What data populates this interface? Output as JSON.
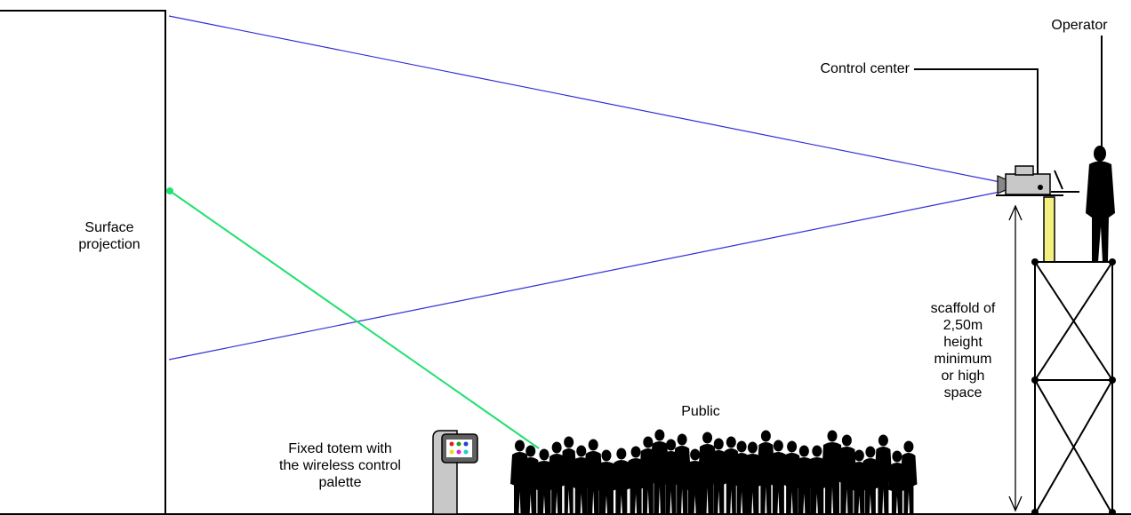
{
  "labels": {
    "surface_projection": [
      "Surface",
      "projection"
    ],
    "operator": "Operator",
    "control_center": "Control center",
    "public": "Public",
    "totem": [
      "Fixed totem with",
      "the wireless control",
      "palette"
    ],
    "scaffold": [
      "scaffold of",
      "2,50m",
      "height",
      "minimum",
      "or high",
      "space"
    ]
  },
  "colors": {
    "projection_beam": "#3030d8",
    "laser_pointer": "#22e070",
    "ink": "#000000",
    "scaffold_post": "#f4f080",
    "device_body": "#c8c8c8"
  },
  "icons": {
    "projector": "projector-icon",
    "laptop": "laptop-icon",
    "operator": "person-silhouette-icon",
    "crowd": "crowd-silhouette-icon",
    "totem": "totem-kiosk-icon",
    "palette": "color-palette-icon"
  }
}
